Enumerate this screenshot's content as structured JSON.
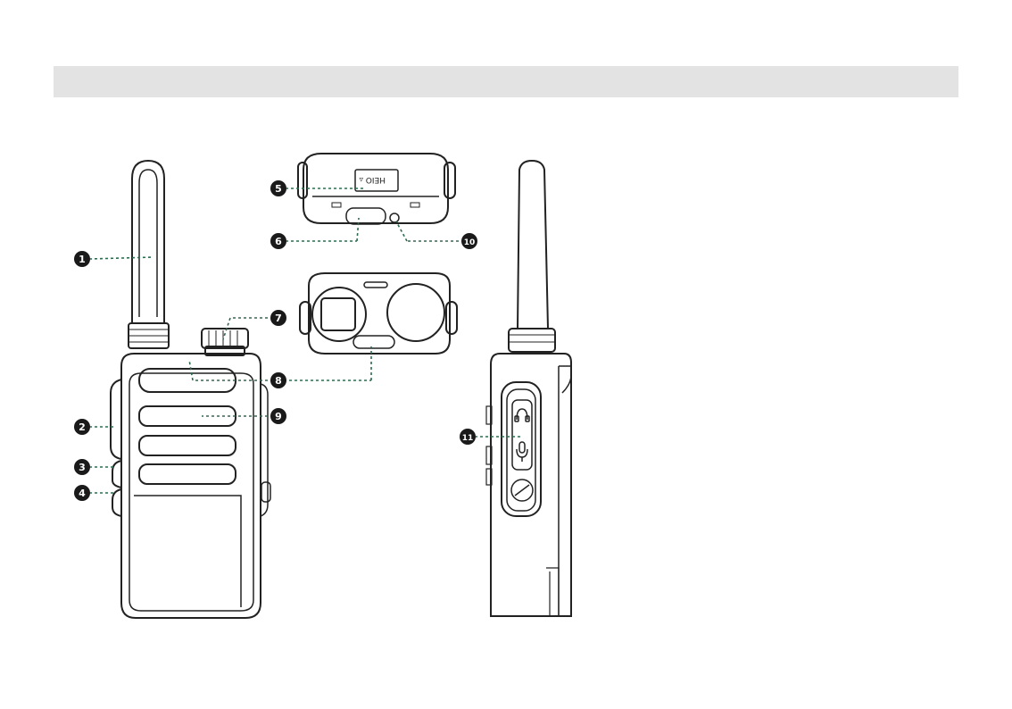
{
  "header": {
    "title": ""
  },
  "diagram": {
    "device": "walkie-talkie two-way radio",
    "views": [
      "front-view",
      "top-view",
      "top-control-view",
      "side-view"
    ],
    "callouts": [
      {
        "id": "c1",
        "number": "1",
        "part": "antenna"
      },
      {
        "id": "c2",
        "number": "2",
        "part": "side-button-ptt"
      },
      {
        "id": "c3",
        "number": "3",
        "part": "side-button-upper"
      },
      {
        "id": "c4",
        "number": "4",
        "part": "side-button-lower"
      },
      {
        "id": "c5",
        "number": "5",
        "part": "top-label"
      },
      {
        "id": "c6",
        "number": "6",
        "part": "top-latch"
      },
      {
        "id": "c7",
        "number": "7",
        "part": "volume-knob"
      },
      {
        "id": "c8",
        "number": "8",
        "part": "led-indicator"
      },
      {
        "id": "c9",
        "number": "9",
        "part": "speaker-grille"
      },
      {
        "id": "c10",
        "number": "10",
        "part": "top-screw"
      },
      {
        "id": "c11",
        "number": "11",
        "part": "headset-jack"
      }
    ],
    "callout_color": "#1a1a1a",
    "leader_color": "#2e6b4e",
    "outline_color": "#222222"
  }
}
